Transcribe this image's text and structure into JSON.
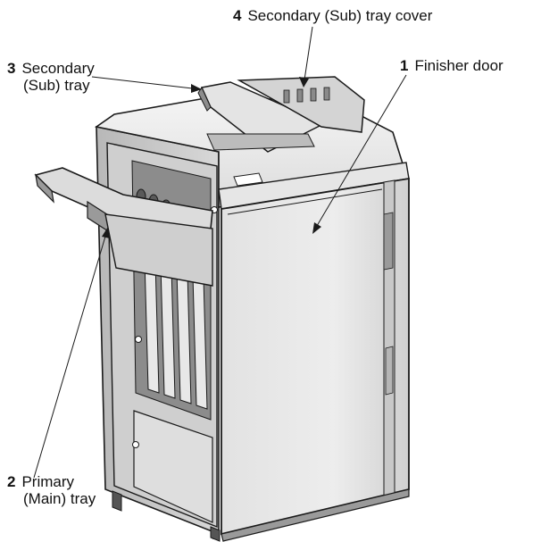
{
  "callouts": [
    {
      "id": "c4",
      "number": "4",
      "text": "Secondary (Sub) tray cover"
    },
    {
      "id": "c3",
      "number": "3",
      "text_line1": "Secondary",
      "text_line2": "(Sub) tray"
    },
    {
      "id": "c1",
      "number": "1",
      "text": "Finisher door"
    },
    {
      "id": "c2",
      "number": "2",
      "text_line1": "Primary",
      "text_line2": "(Main) tray"
    }
  ],
  "colors": {
    "outline": "#1a1a1a",
    "body_light": "#f2f2f2",
    "body_mid": "#d9d9d9",
    "body_dark": "#a6a6a6",
    "shadow": "#7a7a7a"
  },
  "icons": [
    "finisher-illustration"
  ]
}
